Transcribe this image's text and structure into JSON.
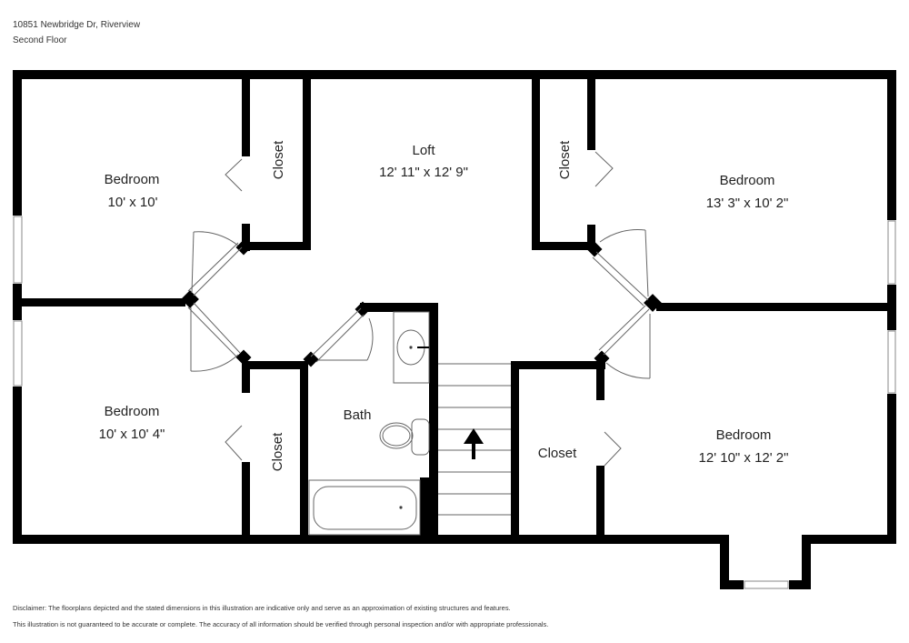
{
  "header": {
    "address": "10851 Newbridge Dr, Riverview",
    "floor": "Second Floor"
  },
  "rooms": {
    "bedroom_top_left": {
      "name": "Bedroom",
      "dims": "10' x 10'"
    },
    "closet_top_left": {
      "name": "Closet"
    },
    "loft": {
      "name": "Loft",
      "dims": "12' 11\" x 12' 9\""
    },
    "closet_top_right": {
      "name": "Closet"
    },
    "bedroom_top_right": {
      "name": "Bedroom",
      "dims": "13' 3\" x 10' 2\""
    },
    "bedroom_bottom_left": {
      "name": "Bedroom",
      "dims": "10' x 10' 4\""
    },
    "closet_bottom_left": {
      "name": "Closet"
    },
    "bath": {
      "name": "Bath"
    },
    "closet_bottom_right": {
      "name": "Closet"
    },
    "bedroom_bottom_right": {
      "name": "Bedroom",
      "dims": "12' 10\" x 12' 2\""
    }
  },
  "fixtures": {
    "stairs_direction": "up",
    "icons": [
      "stairs-up-arrow",
      "sink",
      "toilet",
      "bathtub",
      "door-swing",
      "bifold-door",
      "window"
    ]
  },
  "colors": {
    "wall": "#000000",
    "fixture_line": "#555555",
    "background": "#ffffff"
  },
  "disclaimer": {
    "line1": "Disclaimer: The floorplans depicted and the stated dimensions in this illustration are indicative only and serve as an approximation of existing structures and features.",
    "line2": "This illustration is not guaranteed to be accurate or complete. The accuracy of all information should be verified through personal inspection and/or with appropriate professionals."
  }
}
